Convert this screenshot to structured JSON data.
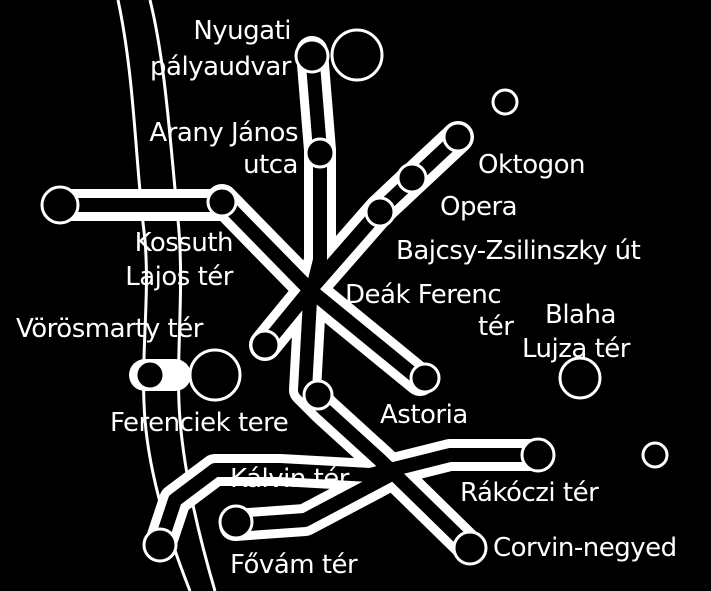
{
  "colors": {
    "background": "#000000",
    "line": "#000000",
    "halo": "#ffffff",
    "text": "#ffffff"
  },
  "labels": {
    "nyugati_1": "Nyugati",
    "nyugati_2": "pályaudvar",
    "arany_1": "Arany János",
    "arany_2": "utca",
    "oktogon": "Oktogon",
    "opera": "Opera",
    "bajcsy": "Bajcsy-Zsilinszky út",
    "kossuth_1": "Kossuth",
    "kossuth_2": "Lajos tér",
    "deak_1": "Deák Ferenc",
    "deak_2": "tér",
    "blaha_1": "Blaha",
    "blaha_2": "Lujza tér",
    "vorosmarty": "Vörösmarty tér",
    "ferenciek": "Ferenciek tere",
    "astoria": "Astoria",
    "kalvin": "Kálvin tér",
    "rakoczi": "Rákóczi tér",
    "fovam": "Fővám tér",
    "corvin": "Corvin-negyed"
  }
}
